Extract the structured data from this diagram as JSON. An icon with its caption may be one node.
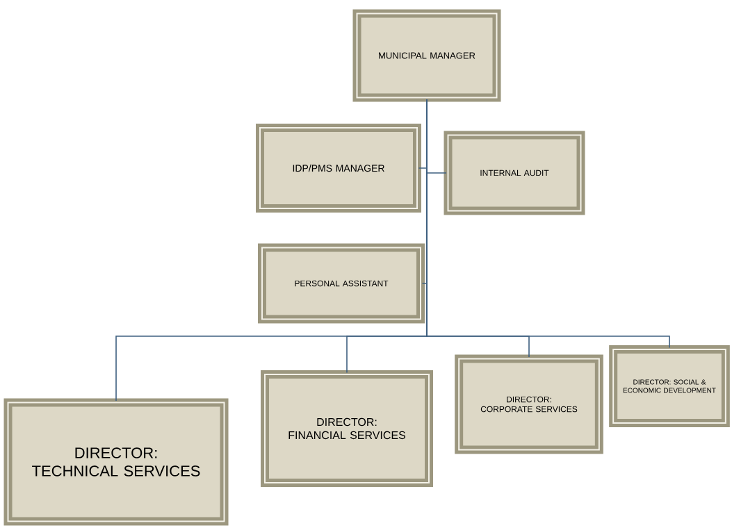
{
  "diagram": {
    "nodes": [
      {
        "text": [
          "MUNICIPAL MANAGER"
        ]
      },
      {
        "text": [
          "IDP/PMS MANAGER"
        ]
      },
      {
        "text": [
          "INTERNAL AUDIT"
        ]
      },
      {
        "text": [
          "PERSONAL ASSISTANT"
        ]
      },
      {
        "text": [
          "DIRECTOR: TECHNICAL SERVICES"
        ]
      },
      {
        "text": [
          "DIRECTOR: FINANCIAL SERVICES"
        ]
      },
      {
        "text": [
          "DIRECTOR: CORPORATE SERVICES"
        ]
      },
      {
        "text": [
          "DIRECTOR: SOCIAL & ECONOMIC DEVELOPMENT"
        ]
      }
    ],
    "edges": [
      {
        "from": 0,
        "to": 1,
        "arrow": "none"
      },
      {
        "from": 0,
        "to": 2,
        "arrow": "none"
      },
      {
        "from": 0,
        "to": 3,
        "arrow": "none"
      },
      {
        "from": 0,
        "to": 4,
        "arrow": "none"
      },
      {
        "from": 0,
        "to": 5,
        "arrow": "none"
      },
      {
        "from": 0,
        "to": 6,
        "arrow": "none"
      },
      {
        "from": 0,
        "to": 7,
        "arrow": "none"
      }
    ]
  }
}
